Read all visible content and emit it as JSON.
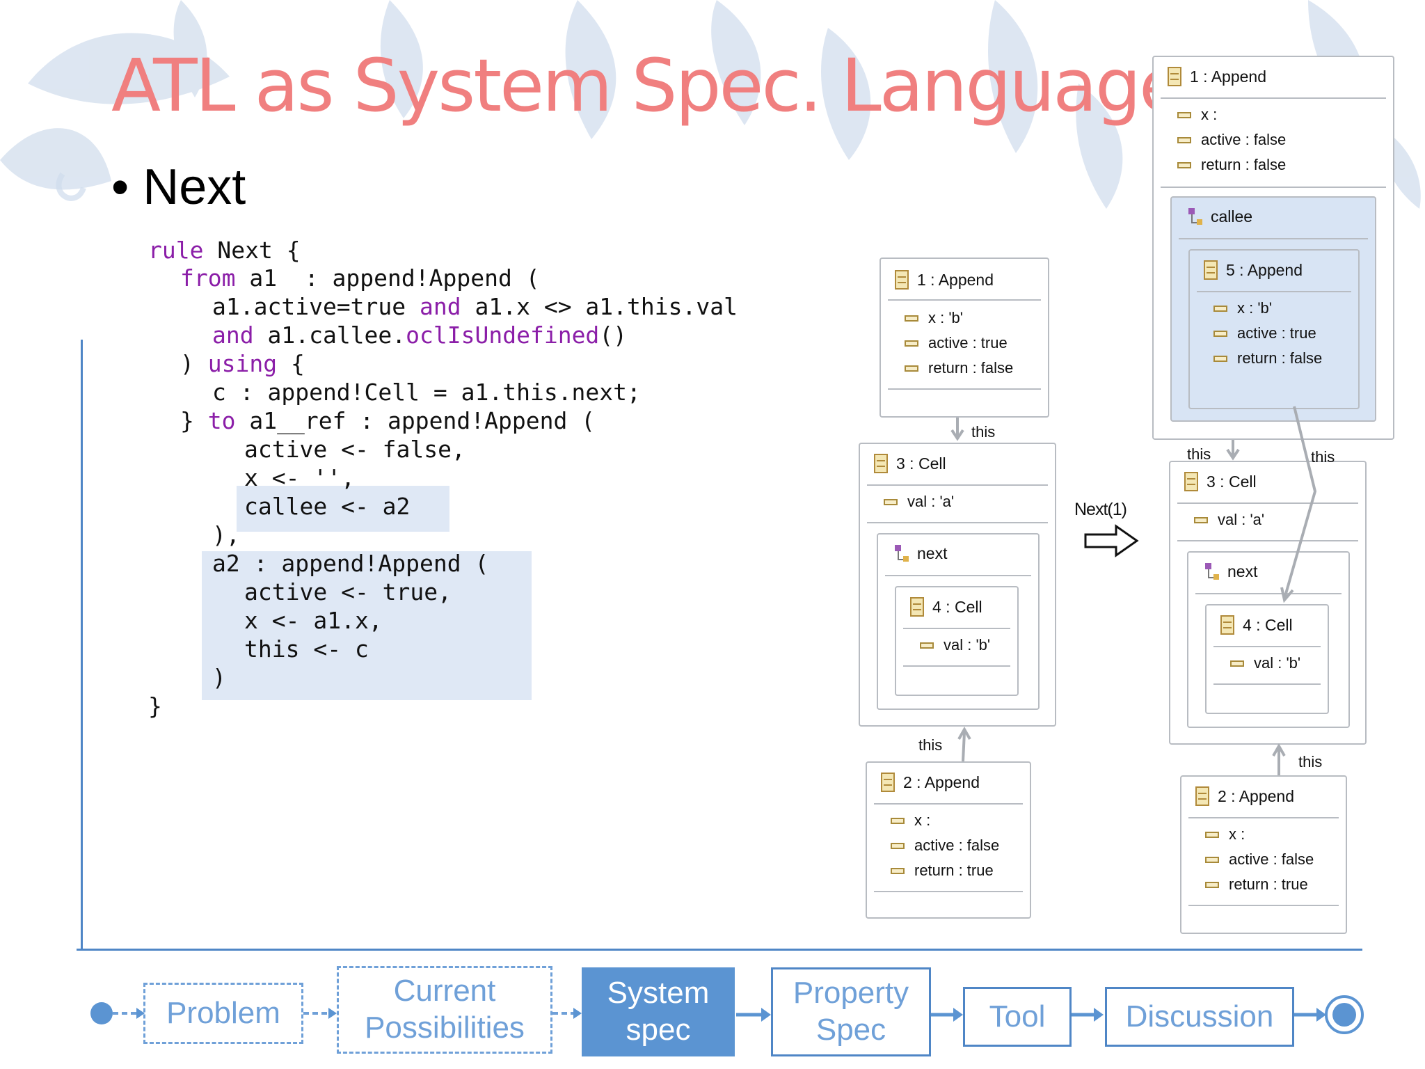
{
  "slide": {
    "title": "ATL as System Spec. Language",
    "bullet": "Next"
  },
  "code_lines": [
    {
      "k1": "rule",
      "t1": " Next {"
    },
    {
      "k1": "from",
      "t1": " a1  : append!Append ("
    },
    {
      "t1": "a1.active=true ",
      "k1": "and",
      "t2": " a1.x <> a1.this.val"
    },
    {
      "k1": "and",
      "t1": " a1.callee.",
      "k2": "oclIsUndefined",
      "t2": "()"
    },
    {
      "t1": ") ",
      "k1": "using",
      "t2": " {"
    },
    {
      "t1": "c : append!Cell = a1.this.next;"
    },
    {
      "t1": "} ",
      "k1": "to",
      "t2": " a1__ref : append!Append ("
    },
    {
      "t1": "active <- false,"
    },
    {
      "t1": "x <- '',"
    },
    {
      "t1": "callee <- a2"
    },
    {
      "t1": "),"
    },
    {
      "t1": "a2 : append!Append ("
    },
    {
      "t1": "active <- true,"
    },
    {
      "t1": "x <- a1.x,"
    },
    {
      "t1": "this <- c"
    },
    {
      "t1": ")"
    },
    {
      "t1": "}"
    }
  ],
  "left_diagram": {
    "append1": {
      "header": "1 : Append",
      "attrs": [
        "x : 'b'",
        "active : true",
        "return : false"
      ]
    },
    "cell3": {
      "header": "3 : Cell",
      "attrs": [
        "val : 'a'"
      ],
      "ref": "next"
    },
    "cell4": {
      "header": "4 : Cell",
      "attrs": [
        "val : 'b'"
      ]
    },
    "append2": {
      "header": "2 : Append",
      "attrs": [
        "x :",
        "active : false",
        "return : true"
      ]
    },
    "this_top": "this",
    "this_bottom": "this"
  },
  "transition_label": "Next(1)",
  "right_diagram": {
    "append1": {
      "header": "1 : Append",
      "attrs": [
        "x :",
        "active : false",
        "return : false"
      ],
      "ref": "callee"
    },
    "append5": {
      "header": "5 : Append",
      "attrs": [
        "x : 'b'",
        "active : true",
        "return : false"
      ]
    },
    "cell3": {
      "header": "3 : Cell",
      "attrs": [
        "val : 'a'"
      ],
      "ref": "next"
    },
    "cell4": {
      "header": "4 : Cell",
      "attrs": [
        "val : 'b'"
      ]
    },
    "append2": {
      "header": "2 : Append",
      "attrs": [
        "x :",
        "active : false",
        "return : true"
      ]
    },
    "this_left": "this",
    "this_right": "this",
    "this_bottom": "this"
  },
  "navigation": [
    "Problem",
    "Current Possibilities",
    "System spec",
    "Property Spec",
    "Tool",
    "Discussion"
  ],
  "colors": {
    "title": "#f07f7f",
    "keyword": "#8b1ea8",
    "nav": "#6fa0d8",
    "nav_active": "#5b94d2",
    "highlight": "#dfe8f5"
  }
}
